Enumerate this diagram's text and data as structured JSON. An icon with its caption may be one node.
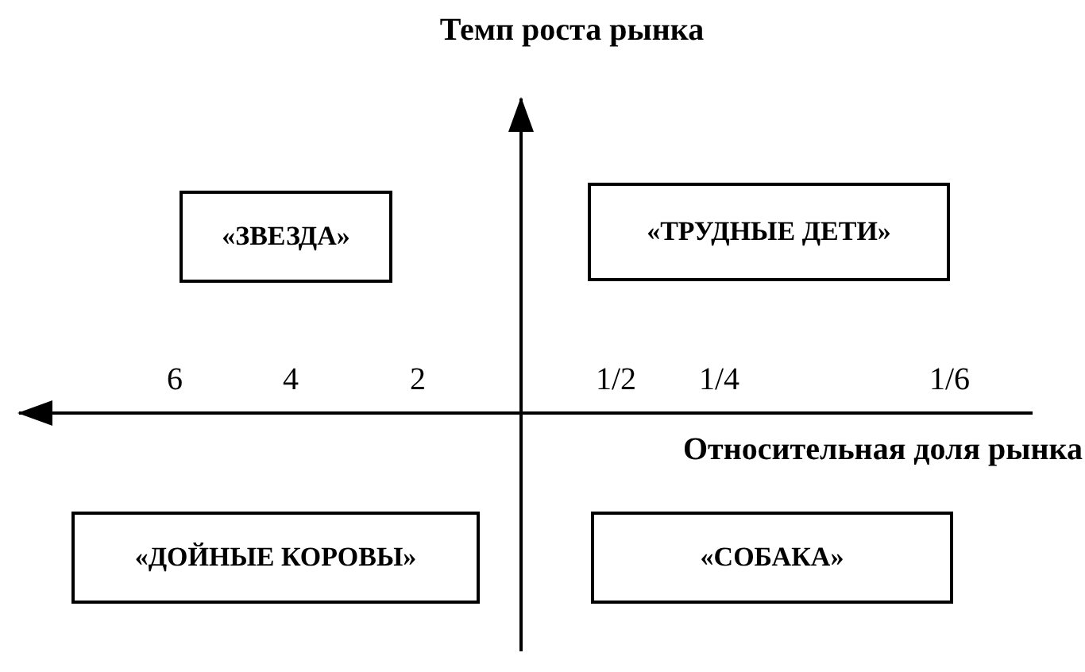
{
  "diagram": {
    "nodes": [
      {
        "text": [
          "«ЗВЕЗДА»"
        ]
      },
      {
        "text": [
          "«ТРУДНЫЕ ДЕТИ»"
        ]
      },
      {
        "text": [
          "«ДОЙНЫЕ КОРОВЫ»"
        ]
      },
      {
        "text": [
          "«СОБАКА»"
        ]
      }
    ],
    "edges": [],
    "labels": [
      "Темп роста рынка",
      "6",
      "4",
      "2",
      "1/2",
      "1/4",
      "1/6",
      "Относительная доля рынка"
    ]
  }
}
